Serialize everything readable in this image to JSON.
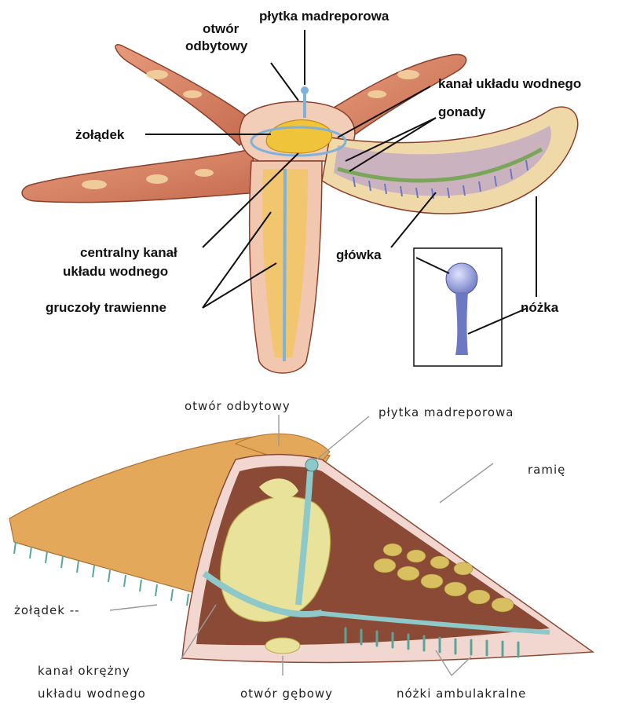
{
  "top_diagram": {
    "labels": {
      "madreporite": "płytka madreporowa",
      "anus": "otwór odbytowy",
      "anus_line1": "otwór",
      "anus_line2": "odbytowy",
      "water_canal": "kanał układu wodnego",
      "gonads": "gonady",
      "stomach": "żołądek",
      "central_canal_line1": "centralny kanał",
      "central_canal_line2": "układu wodnego",
      "digestive_glands": "gruczoły trawienne",
      "ampulla": "główka",
      "tube_foot": "nóżka"
    }
  },
  "bottom_diagram": {
    "labels": {
      "anus": "otwór odbytowy",
      "madreporite": "płytka madreporowa",
      "arm": "ramię",
      "stomach": "żołądek --",
      "ring_canal_line1": "kanał okrężny",
      "ring_canal_line2": "układu wodnego",
      "mouth": "otwór gębowy",
      "ambulacral_feet": "nóżki ambulakralne"
    }
  },
  "colors": {
    "arm_skin": "#d9876a",
    "arm_spots": "#f3d3a0",
    "body_inner": "#f2cdb8",
    "water_vascular": "#7fb2d9",
    "stomach_yellow": "#f0c43a",
    "gonad_green": "#7aa65a",
    "tube_foot": "#7b86c9",
    "section_orange": "#e3a85a",
    "section_brown": "#8a4a36",
    "section_yellow": "#e8e29a",
    "section_blue": "#8ec8c8"
  }
}
